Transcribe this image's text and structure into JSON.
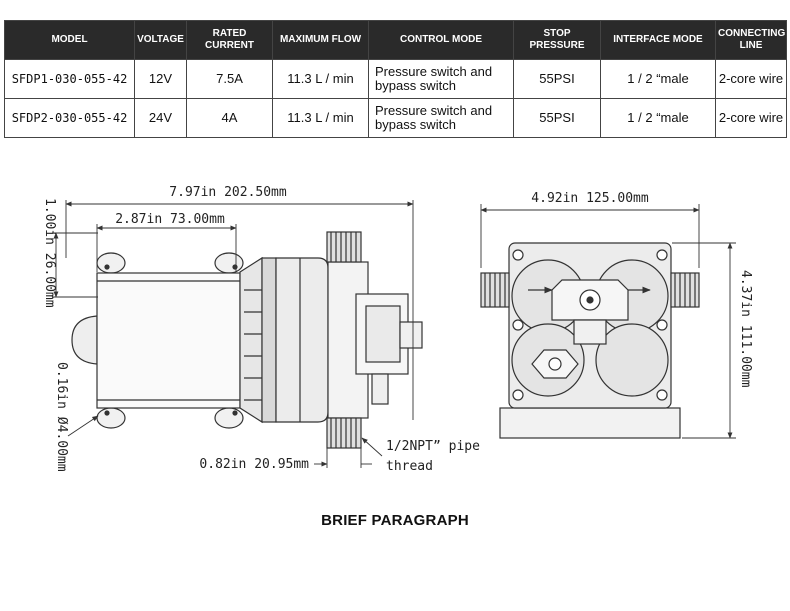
{
  "table": {
    "headers": [
      "MODEL",
      "VOLTAGE",
      "RATED CURRENT",
      "MAXIMUM FLOW",
      "CONTROL MODE",
      "STOP PRESSURE",
      "INTERFACE MODE",
      "CONNECTING LINE"
    ],
    "rows": [
      [
        "SFDP1-030-055-42",
        "12V",
        "7.5A",
        "11.3 L / min",
        "Pressure switch and bypass switch",
        "55PSI",
        "1 / 2 “male",
        "2-core wire"
      ],
      [
        "SFDP2-030-055-42",
        "24V",
        "4A",
        "11.3 L / min",
        "Pressure switch and bypass switch",
        "55PSI",
        "1 / 2 “male",
        "2-core wire"
      ]
    ]
  },
  "drawing": {
    "dim_total_length": "7.97in 202.50mm",
    "dim_motor_length": "2.87in 73.00mm",
    "dim_foot_height": "1.00in 26.00mm",
    "dim_hole": "0.16in Ø4.00mm",
    "dim_port_offset": "0.82in 20.95mm",
    "thread_label_1": "1/2NPT” pipe",
    "thread_label_2": "thread",
    "dim_width": "4.92in 125.00mm",
    "dim_height": "4.37in 111.00mm"
  },
  "caption": "BRIEF PARAGRAPH"
}
